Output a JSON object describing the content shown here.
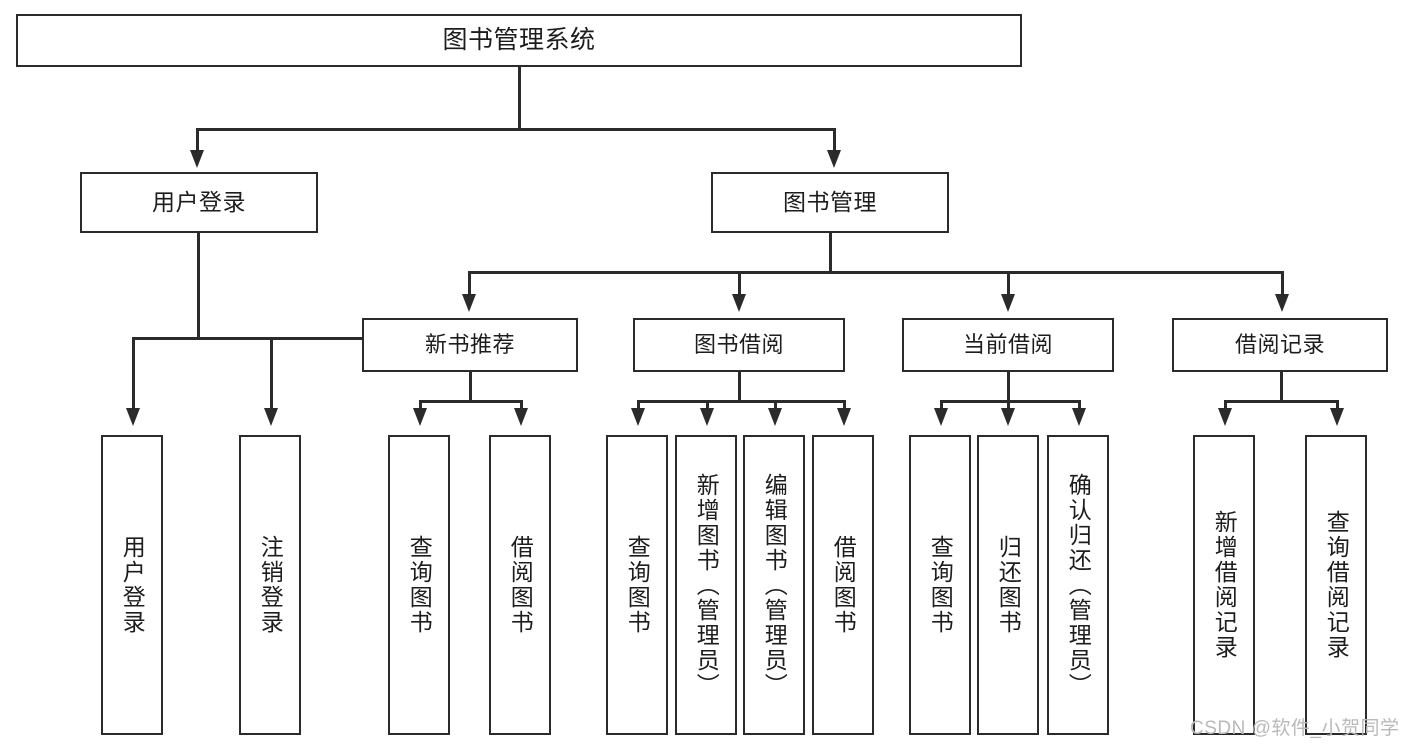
{
  "diagram": {
    "type": "tree",
    "title": "图书管理系统",
    "root": {
      "label": "图书管理系统"
    },
    "level1": [
      {
        "id": "user-login",
        "label": "用户登录"
      },
      {
        "id": "book-manage",
        "label": "图书管理"
      }
    ],
    "level2": [
      {
        "id": "new-book-recommend",
        "label": "新书推荐",
        "parent": "book-manage"
      },
      {
        "id": "book-borrow",
        "label": "图书借阅",
        "parent": "book-manage"
      },
      {
        "id": "current-borrow",
        "label": "当前借阅",
        "parent": "book-manage"
      },
      {
        "id": "borrow-record",
        "label": "借阅记录",
        "parent": "book-manage"
      }
    ],
    "leaves": [
      {
        "id": "leaf-user-login",
        "label": "用户登录",
        "parent": "user-login"
      },
      {
        "id": "leaf-user-logout",
        "label": "注销登录",
        "parent": "user-login"
      },
      {
        "id": "leaf-rec-query-book",
        "label": "查询图书",
        "parent": "new-book-recommend"
      },
      {
        "id": "leaf-rec-borrow-book",
        "label": "借阅图书",
        "parent": "new-book-recommend"
      },
      {
        "id": "leaf-borrow-query-book",
        "label": "查询图书",
        "parent": "book-borrow"
      },
      {
        "id": "leaf-borrow-add-book",
        "label": "新增图书（管理员）",
        "parent": "book-borrow"
      },
      {
        "id": "leaf-borrow-edit-book",
        "label": "编辑图书（管理员）",
        "parent": "book-borrow"
      },
      {
        "id": "leaf-borrow-borrow-book",
        "label": "借阅图书",
        "parent": "book-borrow"
      },
      {
        "id": "leaf-cur-query-book",
        "label": "查询图书",
        "parent": "current-borrow"
      },
      {
        "id": "leaf-cur-return-book",
        "label": "归还图书",
        "parent": "current-borrow"
      },
      {
        "id": "leaf-cur-confirm-return",
        "label": "确认归还（管理员）",
        "parent": "current-borrow"
      },
      {
        "id": "leaf-rec-add-record",
        "label": "新增借阅记录",
        "parent": "borrow-record"
      },
      {
        "id": "leaf-rec-query-record",
        "label": "查询借阅记录",
        "parent": "borrow-record"
      }
    ]
  },
  "watermark": {
    "text": "CSDN @软件_小贺同学"
  },
  "colors": {
    "border": "#2b2b2b",
    "text": "#1d1d1d",
    "background": "#ffffff",
    "watermark": "#b9b9b9"
  }
}
